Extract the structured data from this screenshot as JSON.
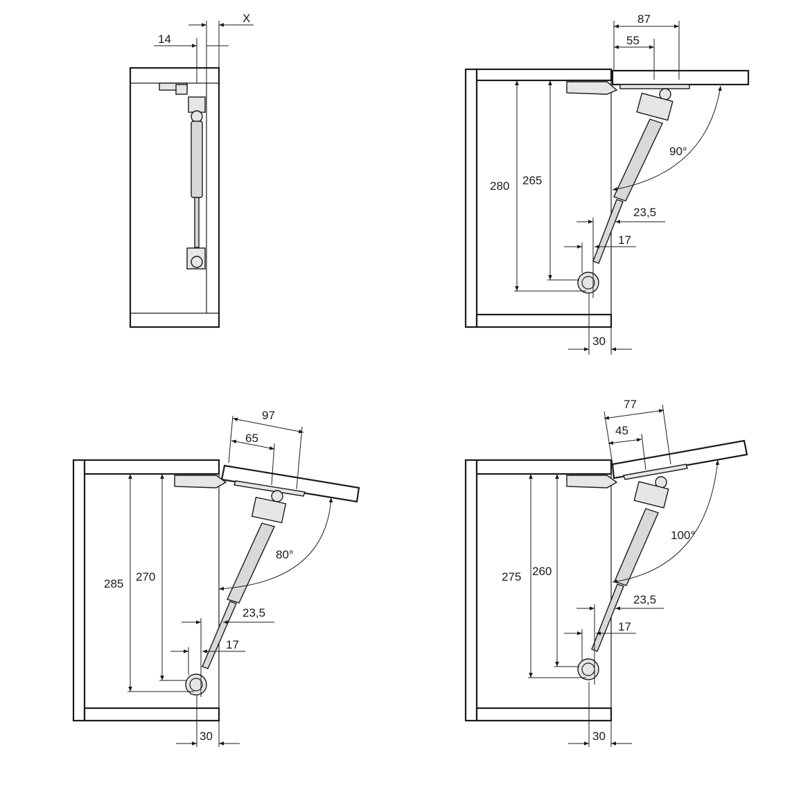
{
  "colors": {
    "line": "#1a1a1a",
    "fill": "#ffffff",
    "strut": "#d9d9d9"
  },
  "views": {
    "closed": {
      "dim_14": "14",
      "dim_x": "X"
    },
    "open_90": {
      "dim_87": "87",
      "dim_55": "55",
      "dim_280": "280",
      "dim_265": "265",
      "angle": "90°",
      "dim_23_5": "23,5",
      "dim_17": "17",
      "dim_30": "30"
    },
    "open_80": {
      "dim_97": "97",
      "dim_65": "65",
      "dim_285": "285",
      "dim_270": "270",
      "angle": "80°",
      "dim_23_5": "23,5",
      "dim_17": "17",
      "dim_30": "30"
    },
    "open_100": {
      "dim_77": "77",
      "dim_45": "45",
      "dim_275": "275",
      "dim_260": "260",
      "angle": "100°",
      "dim_23_5": "23,5",
      "dim_17": "17",
      "dim_30": "30"
    }
  }
}
